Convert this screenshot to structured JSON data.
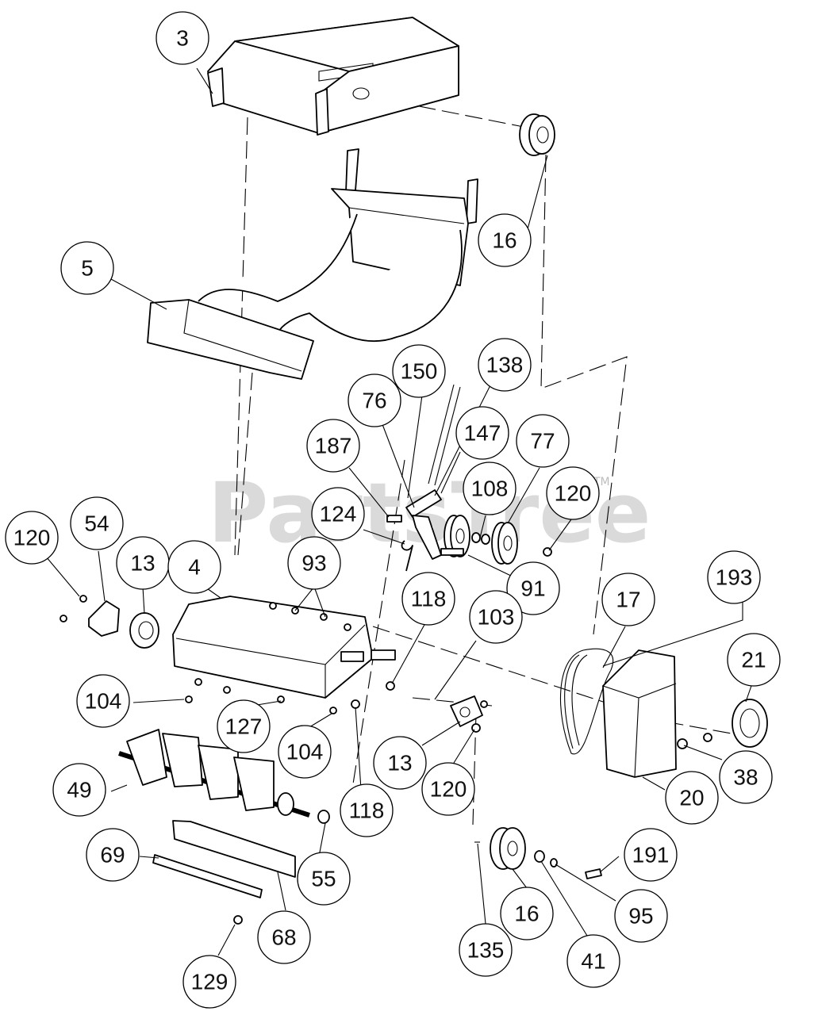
{
  "watermark": {
    "text": "PartsTree",
    "trademark": "TM"
  },
  "callouts": [
    {
      "label": "3"
    },
    {
      "label": "16"
    },
    {
      "label": "5"
    },
    {
      "label": "150"
    },
    {
      "label": "138"
    },
    {
      "label": "76"
    },
    {
      "label": "147"
    },
    {
      "label": "187"
    },
    {
      "label": "77"
    },
    {
      "label": "108"
    },
    {
      "label": "120"
    },
    {
      "label": "124"
    },
    {
      "label": "91"
    },
    {
      "label": "120"
    },
    {
      "label": "54"
    },
    {
      "label": "13"
    },
    {
      "label": "4"
    },
    {
      "label": "93"
    },
    {
      "label": "193"
    },
    {
      "label": "17"
    },
    {
      "label": "118"
    },
    {
      "label": "103"
    },
    {
      "label": "21"
    },
    {
      "label": "104"
    },
    {
      "label": "127"
    },
    {
      "label": "104"
    },
    {
      "label": "13"
    },
    {
      "label": "120"
    },
    {
      "label": "38"
    },
    {
      "label": "49"
    },
    {
      "label": "118"
    },
    {
      "label": "20"
    },
    {
      "label": "55"
    },
    {
      "label": "69"
    },
    {
      "label": "68"
    },
    {
      "label": "191"
    },
    {
      "label": "16"
    },
    {
      "label": "95"
    },
    {
      "label": "135"
    },
    {
      "label": "41"
    },
    {
      "label": "129"
    }
  ]
}
